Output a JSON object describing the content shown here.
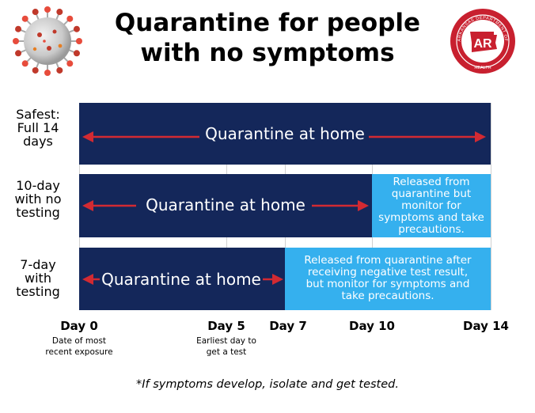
{
  "title_line1": "Quarantine for people",
  "title_line2": "with no symptoms",
  "logo_text": "ARKANSAS DEPARTMENT OF HEALTH",
  "rows": [
    {
      "label_lines": [
        "Safest:",
        "Full 14",
        "days"
      ],
      "quarantine_text": "Quarantine at home",
      "quarantine_days": 14,
      "released_text": ""
    },
    {
      "label_lines": [
        "10-day",
        "with no",
        "testing"
      ],
      "quarantine_text": "Quarantine at home",
      "quarantine_days": 10,
      "released_text": "Released from quarantine but monitor for symptoms and take precautions."
    },
    {
      "label_lines": [
        "7-day",
        "with",
        "testing"
      ],
      "quarantine_text": "Quarantine at home",
      "quarantine_days": 7,
      "released_text": "Released from quarantine after receiving negative test result, but monitor for symptoms and take precautions."
    }
  ],
  "days": [
    {
      "label": "Day 0",
      "day": 0,
      "note": "Date of most recent exposure"
    },
    {
      "label": "Day 5",
      "day": 5,
      "note": "Earliest day to get a test"
    },
    {
      "label": "Day 7",
      "day": 7,
      "note": ""
    },
    {
      "label": "Day 10",
      "day": 10,
      "note": ""
    },
    {
      "label": "Day 14",
      "day": 14,
      "note": ""
    }
  ],
  "footnote": "*If symptoms develop, isolate and get tested.",
  "colors": {
    "quarantine": "#14275a",
    "released": "#35b0ee",
    "arrow": "#d22a32",
    "logo": "#c8202f"
  }
}
